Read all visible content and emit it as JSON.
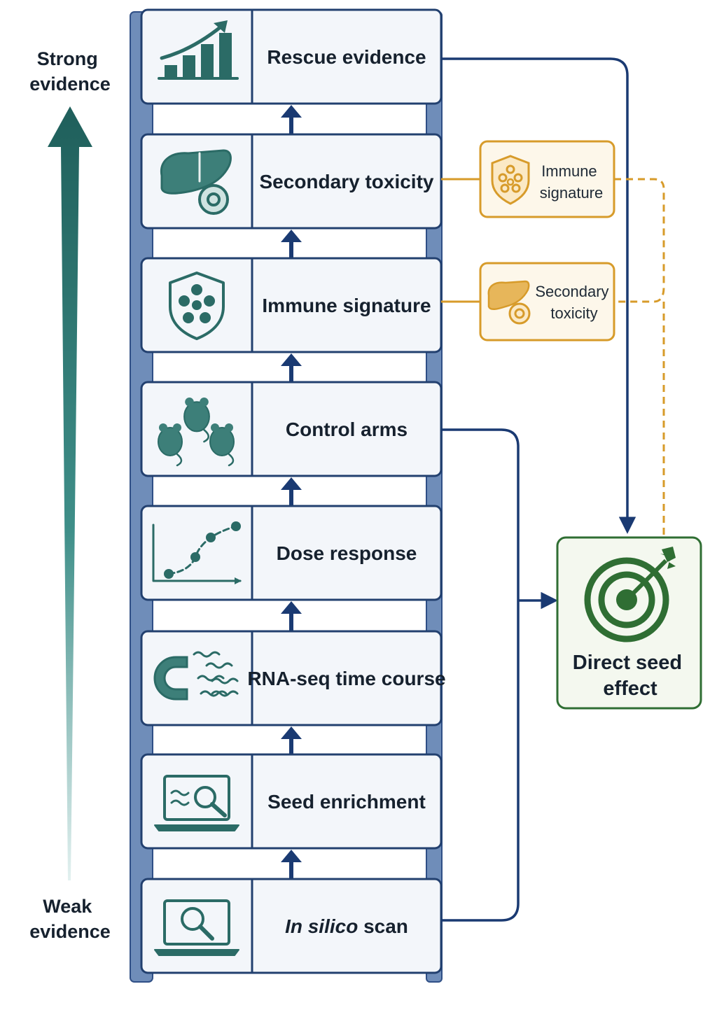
{
  "axis": {
    "top_label": [
      "Strong",
      "evidence"
    ],
    "bottom_label": [
      "Weak",
      "evidence"
    ]
  },
  "steps": [
    {
      "label": "Rescue evidence",
      "icon": "rising-bar-chart-icon"
    },
    {
      "label": "Secondary toxicity",
      "icon": "liver-cell-icon"
    },
    {
      "label": "Immune signature",
      "icon": "immune-shield-icon"
    },
    {
      "label": "Control arms",
      "icon": "mice-icon"
    },
    {
      "label": "Dose response",
      "icon": "dose-curve-icon"
    },
    {
      "label": "RNA-seq time course",
      "icon": "magnet-transcripts-icon"
    },
    {
      "label": "Seed enrichment",
      "icon": "laptop-search-waves-icon"
    },
    {
      "label": "In silico scan",
      "label_italic": "In silico",
      "label_rest": " scan",
      "icon": "laptop-search-icon"
    }
  ],
  "side_boxes": [
    {
      "label": [
        "Immune",
        "signature"
      ],
      "icon": "immune-shield-icon"
    },
    {
      "label": [
        "Secondary",
        "toxicity"
      ],
      "icon": "liver-cell-icon"
    }
  ],
  "target": {
    "label": [
      "Direct seed",
      "effect"
    ],
    "icon": "bullseye-target-icon"
  },
  "colors": {
    "ladder_rail": "#6f8db9",
    "ladder_edge": "#2f4f86",
    "box_fill": "#f3f6fa",
    "box_stroke": "#22406f",
    "icon_teal": "#2b6b66",
    "arrow_navy": "#1a3a72",
    "side_orange": "#d79b2a",
    "side_fill": "#fdf7ea",
    "target_green": "#2f6e33",
    "target_fill": "#f4f8ef"
  }
}
